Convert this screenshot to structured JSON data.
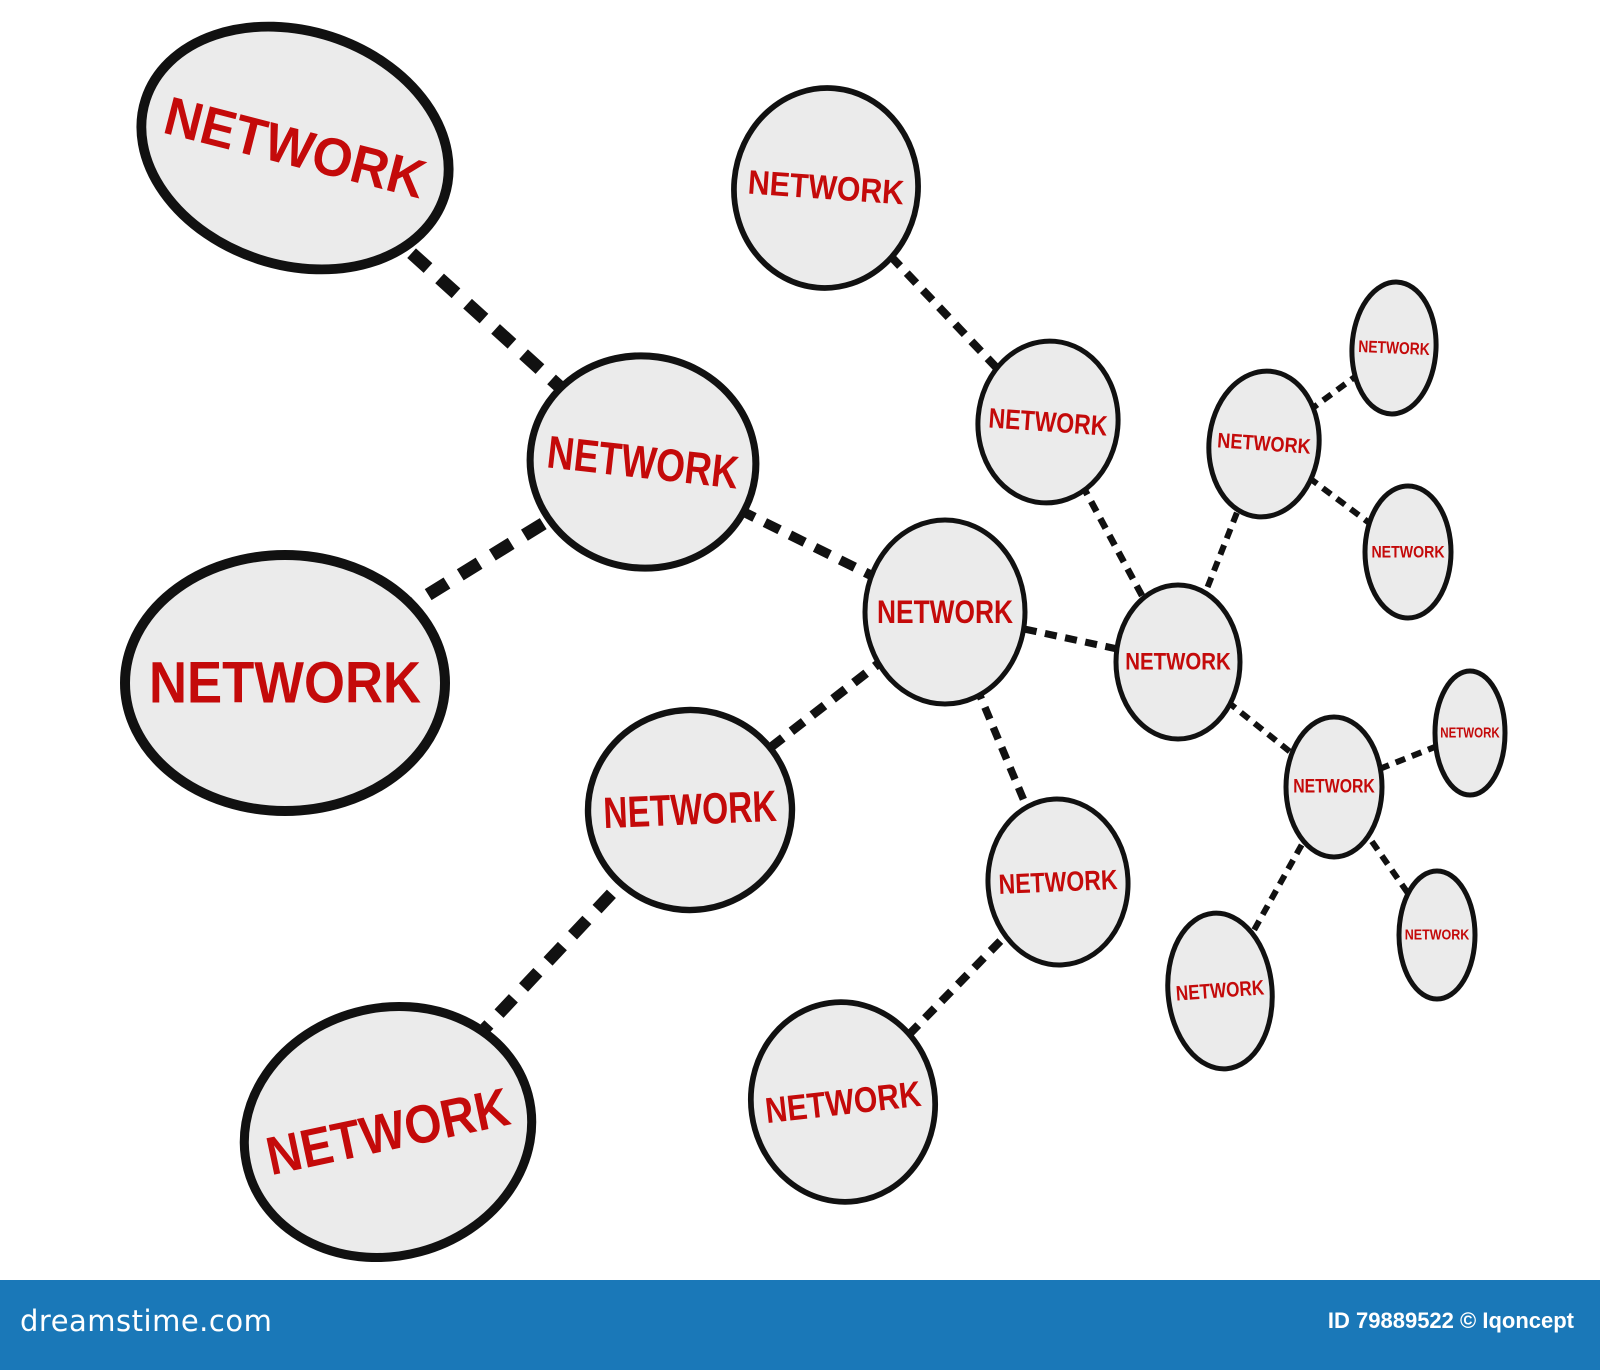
{
  "diagram": {
    "node_label": "NETWORK",
    "colors": {
      "node_fill": "#ebebeb",
      "node_stroke": "#111111",
      "label": "#c40a0a",
      "connector": "#111111",
      "footer": "#1a78b8"
    },
    "nodes": [
      {
        "id": "n1"
      },
      {
        "id": "n2"
      },
      {
        "id": "n3"
      },
      {
        "id": "n4"
      },
      {
        "id": "n5"
      },
      {
        "id": "n6"
      },
      {
        "id": "n7"
      },
      {
        "id": "n8"
      },
      {
        "id": "n9"
      },
      {
        "id": "n10"
      },
      {
        "id": "n11"
      },
      {
        "id": "n12"
      },
      {
        "id": "n13"
      },
      {
        "id": "n14"
      },
      {
        "id": "n15"
      },
      {
        "id": "n16"
      },
      {
        "id": "n17"
      },
      {
        "id": "n18"
      },
      {
        "id": "n19"
      }
    ],
    "edges": [
      [
        "n1",
        "n2"
      ],
      [
        "n3",
        "n2"
      ],
      [
        "n2",
        "n4"
      ],
      [
        "n5",
        "n4"
      ],
      [
        "n6",
        "n5"
      ],
      [
        "n7",
        "n8"
      ],
      [
        "n8",
        "n9"
      ],
      [
        "n4",
        "n9"
      ],
      [
        "n4",
        "n10"
      ],
      [
        "n11",
        "n10"
      ],
      [
        "n9",
        "n12"
      ],
      [
        "n12",
        "n13"
      ],
      [
        "n12",
        "n14"
      ],
      [
        "n9",
        "n15"
      ],
      [
        "n15",
        "n16"
      ],
      [
        "n15",
        "n17"
      ],
      [
        "n15",
        "n18"
      ]
    ]
  },
  "footer": {
    "logo": "dreamstime.com",
    "credit": "ID 79889522 © Iqoncept"
  }
}
